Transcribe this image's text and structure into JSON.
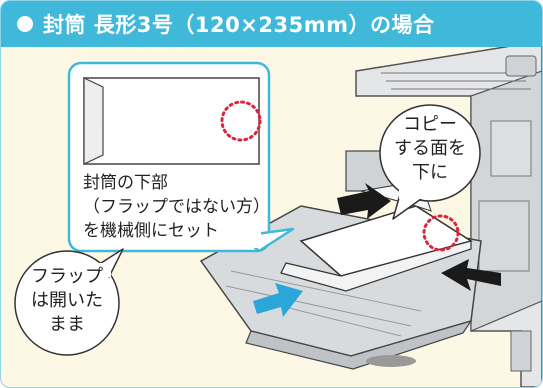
{
  "header": {
    "title": "封筒 長形3号（120×235mm）の場合"
  },
  "note_box": {
    "lines": [
      "封筒の下部",
      "（フラップではない方）",
      "を機械側にセット"
    ]
  },
  "bubble_copy": {
    "lines": [
      "コピー",
      "する面を",
      "下に"
    ]
  },
  "bubble_flap": {
    "lines": [
      "フラップ",
      "は開いた",
      "まま"
    ]
  },
  "colors": {
    "header": "#3fb8da",
    "panel": "#fdf8e6",
    "border": "#8fd3e6",
    "arrow_black": "#1a1a1a",
    "arrow_blue": "#2aa7d8",
    "marker_red": "#d9263a"
  }
}
